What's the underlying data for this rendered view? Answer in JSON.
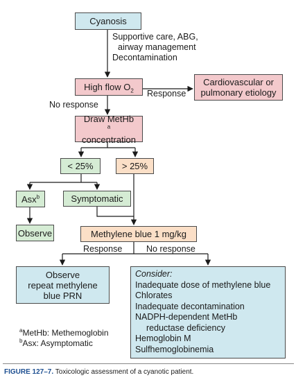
{
  "nodes": {
    "cyanosis": "Cyanosis",
    "high_flow_o2": "High flow O",
    "high_flow_o2_sub": "2",
    "cardio": [
      "Cardiovascular or",
      "pulmonary etiology"
    ],
    "draw_methb": [
      "Draw MetHb",
      "concentration"
    ],
    "draw_methb_sup": "a",
    "lt25": "< 25%",
    "gt25": "> 25%",
    "asx": "Asx",
    "asx_sup": "b",
    "symptomatic": "Symptomatic",
    "observe": "Observe",
    "methylene_blue": "Methylene blue 1 mg/kg",
    "observe_repeat": [
      "Observe",
      "repeat methylene",
      "blue PRN"
    ],
    "consider": {
      "heading": "Consider:",
      "items": [
        "Inadequate dose of methylene blue",
        "Chlorates",
        "Inadequate decontamination",
        "NADPH-dependent MetHb",
        "reductase deficiency",
        "Hemoglobin M",
        "Sulfhemoglobinemia"
      ]
    }
  },
  "edge_labels": {
    "supportive": [
      "Supportive care, ABG,",
      "airway management",
      "Decontamination"
    ],
    "response_right": "Response",
    "no_response": "No response",
    "response_bottom": "Response",
    "no_response_bottom": "No response"
  },
  "footnotes": {
    "a_mark": "a",
    "a_text": "MetHb: Methemoglobin",
    "b_mark": "b",
    "b_text": "Asx: Asymptomatic"
  },
  "caption": {
    "label": "FIGURE 127–7.",
    "text": "Toxicologic assessment of a cyanotic patient."
  },
  "colors": {
    "blue": "#cfe8ef",
    "red": "#f3c9cc",
    "green": "#d5ecd4",
    "peach": "#fbdfc7"
  }
}
